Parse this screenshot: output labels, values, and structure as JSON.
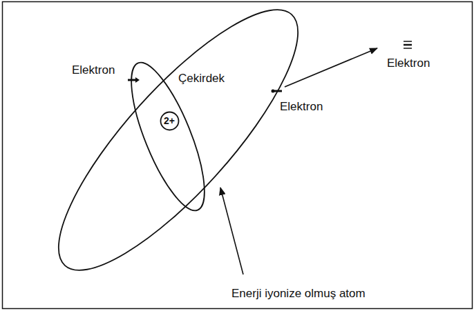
{
  "diagram": {
    "nodes": [
      {
        "text": [
          "2+"
        ]
      }
    ],
    "labels": [
      "Elektron",
      "Çekirdek",
      "Elektron",
      "Elektron",
      "Enerji iyonize olmuş atom"
    ]
  }
}
